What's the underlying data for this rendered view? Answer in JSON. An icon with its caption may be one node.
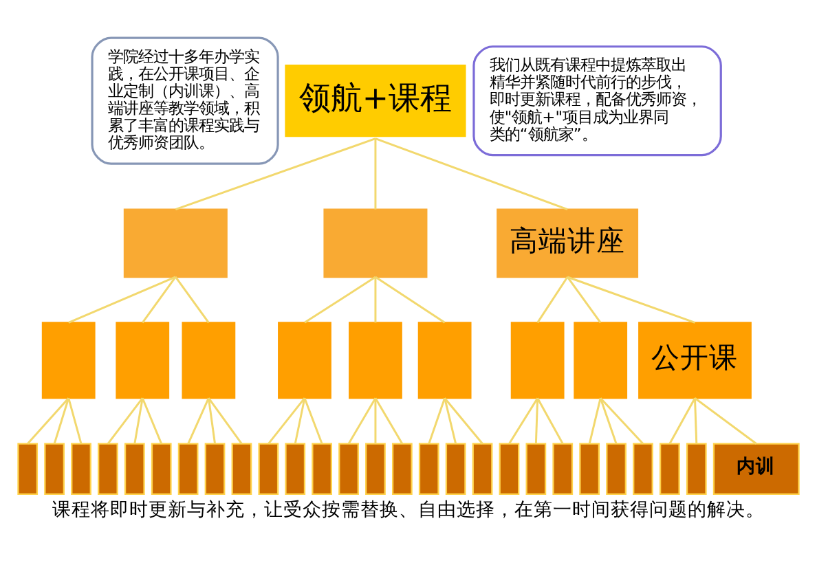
{
  "diagram": {
    "caption": "课程将即时更新与补充，让受众按需替换、自由选择，在第一时间获得问题的解决。",
    "nodes": [
      {
        "text": [
          "学院经过十多年办学实践，在公开课项目、企业定制（内训课）、高端讲座等教学领域，积累了丰富的课程实践与优秀师资团队。"
        ]
      },
      {
        "text": [
          "领航+课程"
        ]
      },
      {
        "text": [
          "我们从既有课程中提炼萃取出精华并紧随时代前行的步伐，即时更新课程，配备优秀师资，使\"领航+\"项目成为业界同类的“领航家”。"
        ]
      },
      {
        "text": [],
        "shape": "box"
      },
      {
        "text": [],
        "shape": "box"
      },
      {
        "text": [
          "高端讲座"
        ]
      },
      {
        "text": [],
        "shape": "box"
      },
      {
        "text": [],
        "shape": "box"
      },
      {
        "text": [],
        "shape": "box"
      },
      {
        "text": [],
        "shape": "box"
      },
      {
        "text": [],
        "shape": "box"
      },
      {
        "text": [],
        "shape": "box"
      },
      {
        "text": [],
        "shape": "box"
      },
      {
        "text": [],
        "shape": "box"
      },
      {
        "text": [
          "公开课"
        ]
      },
      {
        "text": [],
        "shape": "bar"
      },
      {
        "text": [],
        "shape": "bar"
      },
      {
        "text": [],
        "shape": "bar"
      },
      {
        "text": [],
        "shape": "bar"
      },
      {
        "text": [],
        "shape": "bar"
      },
      {
        "text": [],
        "shape": "bar"
      },
      {
        "text": [],
        "shape": "bar"
      },
      {
        "text": [],
        "shape": "bar"
      },
      {
        "text": [],
        "shape": "bar"
      },
      {
        "text": [],
        "shape": "bar"
      },
      {
        "text": [],
        "shape": "bar"
      },
      {
        "text": [],
        "shape": "bar"
      },
      {
        "text": [],
        "shape": "bar"
      },
      {
        "text": [],
        "shape": "bar"
      },
      {
        "text": [],
        "shape": "bar"
      },
      {
        "text": [],
        "shape": "bar"
      },
      {
        "text": [],
        "shape": "bar"
      },
      {
        "text": [],
        "shape": "bar"
      },
      {
        "text": [],
        "shape": "bar"
      },
      {
        "text": [],
        "shape": "bar"
      },
      {
        "text": [],
        "shape": "bar"
      },
      {
        "text": [],
        "shape": "bar"
      },
      {
        "text": [],
        "shape": "bar"
      },
      {
        "text": [],
        "shape": "bar"
      },
      {
        "text": [],
        "shape": "bar"
      },
      {
        "text": [],
        "shape": "bar"
      },
      {
        "text": [
          "内训"
        ]
      }
    ],
    "edges": [
      {
        "from": 1,
        "to": 3,
        "arrow": "none"
      },
      {
        "from": 1,
        "to": 4,
        "arrow": "none"
      },
      {
        "from": 1,
        "to": 5,
        "arrow": "none"
      },
      {
        "from": 3,
        "to": 6,
        "arrow": "none"
      },
      {
        "from": 3,
        "to": 7,
        "arrow": "none"
      },
      {
        "from": 3,
        "to": 8,
        "arrow": "none"
      },
      {
        "from": 4,
        "to": 9,
        "arrow": "none"
      },
      {
        "from": 4,
        "to": 10,
        "arrow": "none"
      },
      {
        "from": 4,
        "to": 11,
        "arrow": "none"
      },
      {
        "from": 5,
        "to": 12,
        "arrow": "none"
      },
      {
        "from": 5,
        "to": 13,
        "arrow": "none"
      },
      {
        "from": 5,
        "to": 14,
        "arrow": "none"
      },
      {
        "from": 6,
        "to": 15,
        "arrow": "none"
      },
      {
        "from": 6,
        "to": 16,
        "arrow": "none"
      },
      {
        "from": 6,
        "to": 17,
        "arrow": "none"
      },
      {
        "from": 7,
        "to": 18,
        "arrow": "none"
      },
      {
        "from": 7,
        "to": 19,
        "arrow": "none"
      },
      {
        "from": 7,
        "to": 20,
        "arrow": "none"
      },
      {
        "from": 8,
        "to": 21,
        "arrow": "none"
      },
      {
        "from": 8,
        "to": 22,
        "arrow": "none"
      },
      {
        "from": 8,
        "to": 23,
        "arrow": "none"
      },
      {
        "from": 9,
        "to": 24,
        "arrow": "none"
      },
      {
        "from": 9,
        "to": 25,
        "arrow": "none"
      },
      {
        "from": 9,
        "to": 26,
        "arrow": "none"
      },
      {
        "from": 10,
        "to": 27,
        "arrow": "none"
      },
      {
        "from": 10,
        "to": 28,
        "arrow": "none"
      },
      {
        "from": 10,
        "to": 29,
        "arrow": "none"
      },
      {
        "from": 11,
        "to": 30,
        "arrow": "none"
      },
      {
        "from": 11,
        "to": 31,
        "arrow": "none"
      },
      {
        "from": 11,
        "to": 32,
        "arrow": "none"
      },
      {
        "from": 12,
        "to": 33,
        "arrow": "none"
      },
      {
        "from": 12,
        "to": 34,
        "arrow": "none"
      },
      {
        "from": 12,
        "to": 35,
        "arrow": "none"
      },
      {
        "from": 13,
        "to": 36,
        "arrow": "none"
      },
      {
        "from": 13,
        "to": 37,
        "arrow": "none"
      },
      {
        "from": 13,
        "to": 38,
        "arrow": "none"
      },
      {
        "from": 14,
        "to": 39,
        "arrow": "none"
      },
      {
        "from": 14,
        "to": 40,
        "arrow": "none"
      },
      {
        "from": 14,
        "to": 41,
        "arrow": "none"
      }
    ]
  }
}
